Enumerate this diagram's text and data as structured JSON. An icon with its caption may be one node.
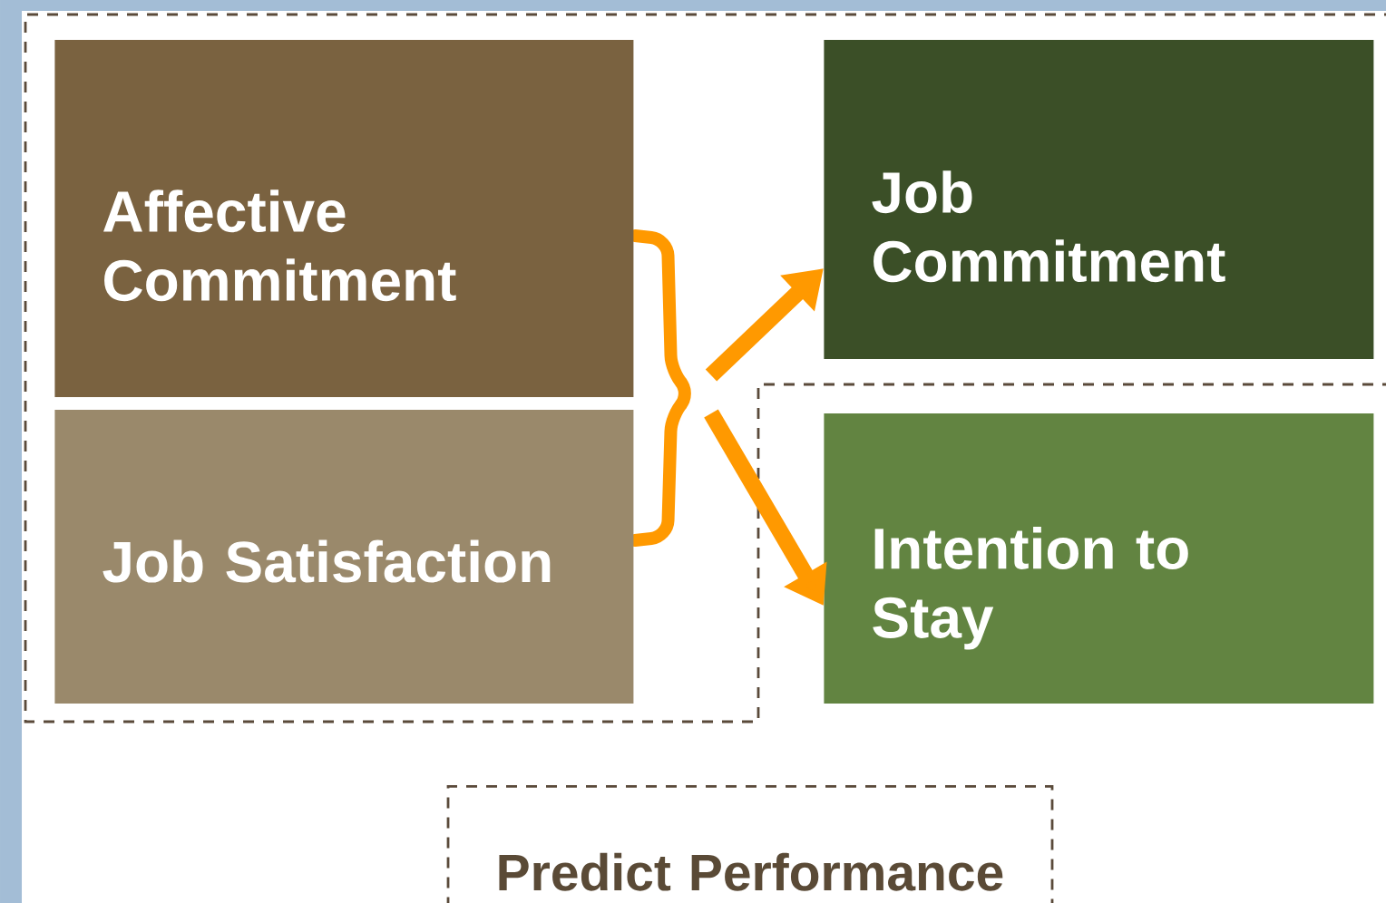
{
  "diagram": {
    "nodes": [
      {
        "text": [
          "Affective Commitment"
        ]
      },
      {
        "text": [
          "Job Satisfaction"
        ]
      },
      {
        "text": [
          "Job Commitment"
        ]
      },
      {
        "text": [
          "Intention to Stay"
        ]
      },
      {
        "text": [
          "Predict Performance"
        ]
      }
    ],
    "edges": [
      {
        "from": null,
        "to": 2,
        "arrow": "to"
      },
      {
        "from": null,
        "to": 3,
        "arrow": "to"
      }
    ]
  }
}
